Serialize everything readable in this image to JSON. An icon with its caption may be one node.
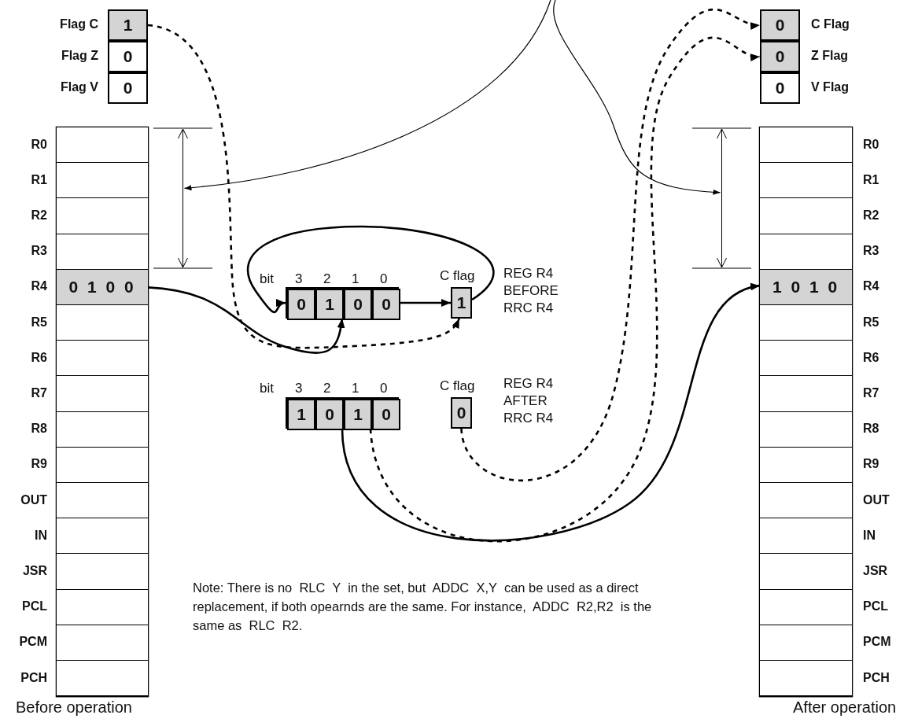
{
  "diagram": {
    "nodes": [
      {
        "text": [
          "1"
        ],
        "beside": [
          "Flag C"
        ]
      },
      {
        "text": [
          "0"
        ],
        "beside": [
          "Flag Z"
        ]
      },
      {
        "text": [
          "0"
        ],
        "beside": [
          "Flag V"
        ]
      },
      {
        "text": [],
        "shape": "box",
        "beside": [
          "R0"
        ]
      },
      {
        "text": [],
        "shape": "box",
        "beside": [
          "R1"
        ]
      },
      {
        "text": [],
        "shape": "box",
        "beside": [
          "R2"
        ]
      },
      {
        "text": [],
        "shape": "box",
        "beside": [
          "R3"
        ]
      },
      {
        "text": [
          "0 1 0 0"
        ],
        "beside": [
          "R4"
        ]
      },
      {
        "text": [],
        "shape": "box",
        "beside": [
          "R5"
        ]
      },
      {
        "text": [],
        "shape": "box",
        "beside": [
          "R6"
        ]
      },
      {
        "text": [],
        "shape": "box",
        "beside": [
          "R7"
        ]
      },
      {
        "text": [],
        "shape": "box",
        "beside": [
          "R8"
        ]
      },
      {
        "text": [],
        "shape": "box",
        "beside": [
          "R9"
        ]
      },
      {
        "text": [],
        "shape": "box",
        "beside": [
          "OUT"
        ]
      },
      {
        "text": [],
        "shape": "box",
        "beside": [
          "IN"
        ]
      },
      {
        "text": [],
        "shape": "box",
        "beside": [
          "JSR"
        ]
      },
      {
        "text": [],
        "shape": "box",
        "beside": [
          "PCL"
        ]
      },
      {
        "text": [],
        "shape": "box",
        "beside": [
          "PCM"
        ]
      },
      {
        "text": [],
        "shape": "box",
        "beside": [
          "PCH"
        ]
      },
      {
        "text": [],
        "shape": "bracket"
      },
      {
        "text": [],
        "shape": "box"
      },
      {
        "text": [
          "0"
        ],
        "in": 20
      },
      {
        "text": [
          "1"
        ],
        "in": 20
      },
      {
        "text": [
          "0"
        ],
        "in": 20
      },
      {
        "text": [
          "0"
        ],
        "in": 20
      },
      {
        "text": [
          "1"
        ],
        "beside": [
          "C flag"
        ]
      },
      {
        "text": [],
        "shape": "box"
      },
      {
        "text": [
          "1"
        ],
        "in": 26
      },
      {
        "text": [
          "0"
        ],
        "in": 26
      },
      {
        "text": [
          "1"
        ],
        "in": 26
      },
      {
        "text": [
          "0"
        ],
        "in": 26
      },
      {
        "text": [
          "0"
        ],
        "beside": [
          "C flag"
        ]
      },
      {
        "text": [
          "0"
        ],
        "beside": [
          "C Flag"
        ]
      },
      {
        "text": [
          "0"
        ],
        "beside": [
          "Z Flag"
        ]
      },
      {
        "text": [
          "0"
        ],
        "beside": [
          "V Flag"
        ]
      },
      {
        "text": [],
        "shape": "bracket"
      },
      {
        "text": [],
        "shape": "box",
        "beside": [
          "R0"
        ]
      },
      {
        "text": [],
        "shape": "box",
        "beside": [
          "R1"
        ]
      },
      {
        "text": [],
        "shape": "box",
        "beside": [
          "R2"
        ]
      },
      {
        "text": [],
        "shape": "box",
        "beside": [
          "R3"
        ]
      },
      {
        "text": [
          "1 0 1 0"
        ],
        "beside": [
          "R4"
        ]
      },
      {
        "text": [],
        "shape": "box",
        "beside": [
          "R5"
        ]
      },
      {
        "text": [],
        "shape": "box",
        "beside": [
          "R6"
        ]
      },
      {
        "text": [],
        "shape": "box",
        "beside": [
          "R7"
        ]
      },
      {
        "text": [],
        "shape": "box",
        "beside": [
          "R8"
        ]
      },
      {
        "text": [],
        "shape": "box",
        "beside": [
          "R9"
        ]
      },
      {
        "text": [],
        "shape": "box",
        "beside": [
          "OUT"
        ]
      },
      {
        "text": [],
        "shape": "box",
        "beside": [
          "IN"
        ]
      },
      {
        "text": [],
        "shape": "box",
        "beside": [
          "JSR"
        ]
      },
      {
        "text": [],
        "shape": "box",
        "beside": [
          "PCL"
        ]
      },
      {
        "text": [],
        "shape": "box",
        "beside": [
          "PCM"
        ]
      },
      {
        "text": [],
        "shape": "box",
        "beside": [
          "PCH"
        ]
      }
    ],
    "edges": [
      {
        "from": 0,
        "to": 25,
        "arrow": "to",
        "style": "dashed"
      },
      {
        "from": 7,
        "to": 20,
        "arrow": "to"
      },
      {
        "from": 24,
        "to": 25,
        "arrow": "to"
      },
      {
        "from": 25,
        "to": 21,
        "arrow": "to"
      },
      {
        "from": 26,
        "to": 40,
        "arrow": "to"
      },
      {
        "from": 26,
        "to": 33,
        "arrow": "to",
        "style": "dashed"
      },
      {
        "from": 31,
        "to": 32,
        "arrow": "to",
        "style": "dashed"
      },
      {
        "from": null,
        "to": 19,
        "arrow": "to"
      },
      {
        "from": null,
        "to": 35,
        "arrow": "to"
      }
    ],
    "labels": [
      "bit",
      "3",
      "2",
      "1",
      "0",
      "REG R4 BEFORE RRC R4",
      "bit",
      "3",
      "2",
      "1",
      "0",
      "REG R4 AFTER RRC R4",
      "Note: There is no  RLC  Y  in the set, but  ADDC  X,Y  can be used as a direct replacement, if both opearnds are the same. For instance,  ADDC  R2,R2  is the same as  RLC  R2.",
      "Before operation",
      "After operation"
    ]
  }
}
